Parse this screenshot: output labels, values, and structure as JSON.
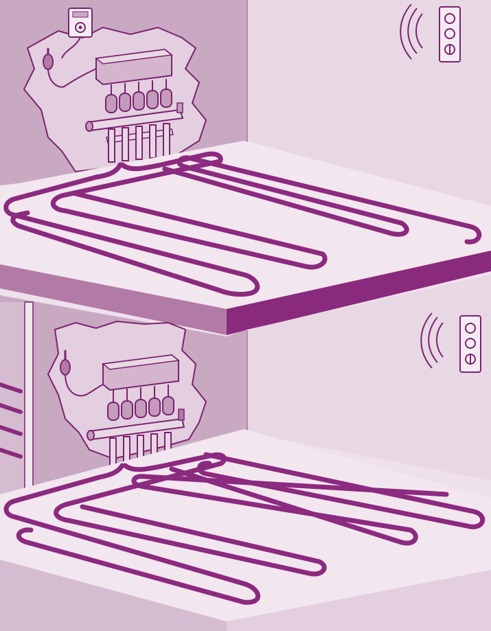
{
  "illustration": {
    "subject": "",
    "floors": [
      {
        "level": "upper",
        "devices": [
          "manifold-icon",
          "thermostat-icon",
          "room-sensor-icon",
          "wireless-signal-icon",
          "temperature-probe-icon"
        ],
        "pipe_pattern": "serpentine"
      },
      {
        "level": "lower",
        "devices": [
          "manifold-icon",
          "room-sensor-icon",
          "wireless-signal-icon",
          "temperature-probe-icon"
        ],
        "pipe_pattern": "serpentine"
      }
    ],
    "colors": {
      "background": "#efe1ec",
      "wall_light": "#e6d3e2",
      "wall_shaded": "#c9a9c2",
      "cavity": "#d9c2d4",
      "slab_edge": "#b27aa6",
      "slab_dark": "#8a2a7c",
      "pipe": "#8b2a7f",
      "floor_surface": "#f2e6ef",
      "line": "#7a2270"
    }
  }
}
